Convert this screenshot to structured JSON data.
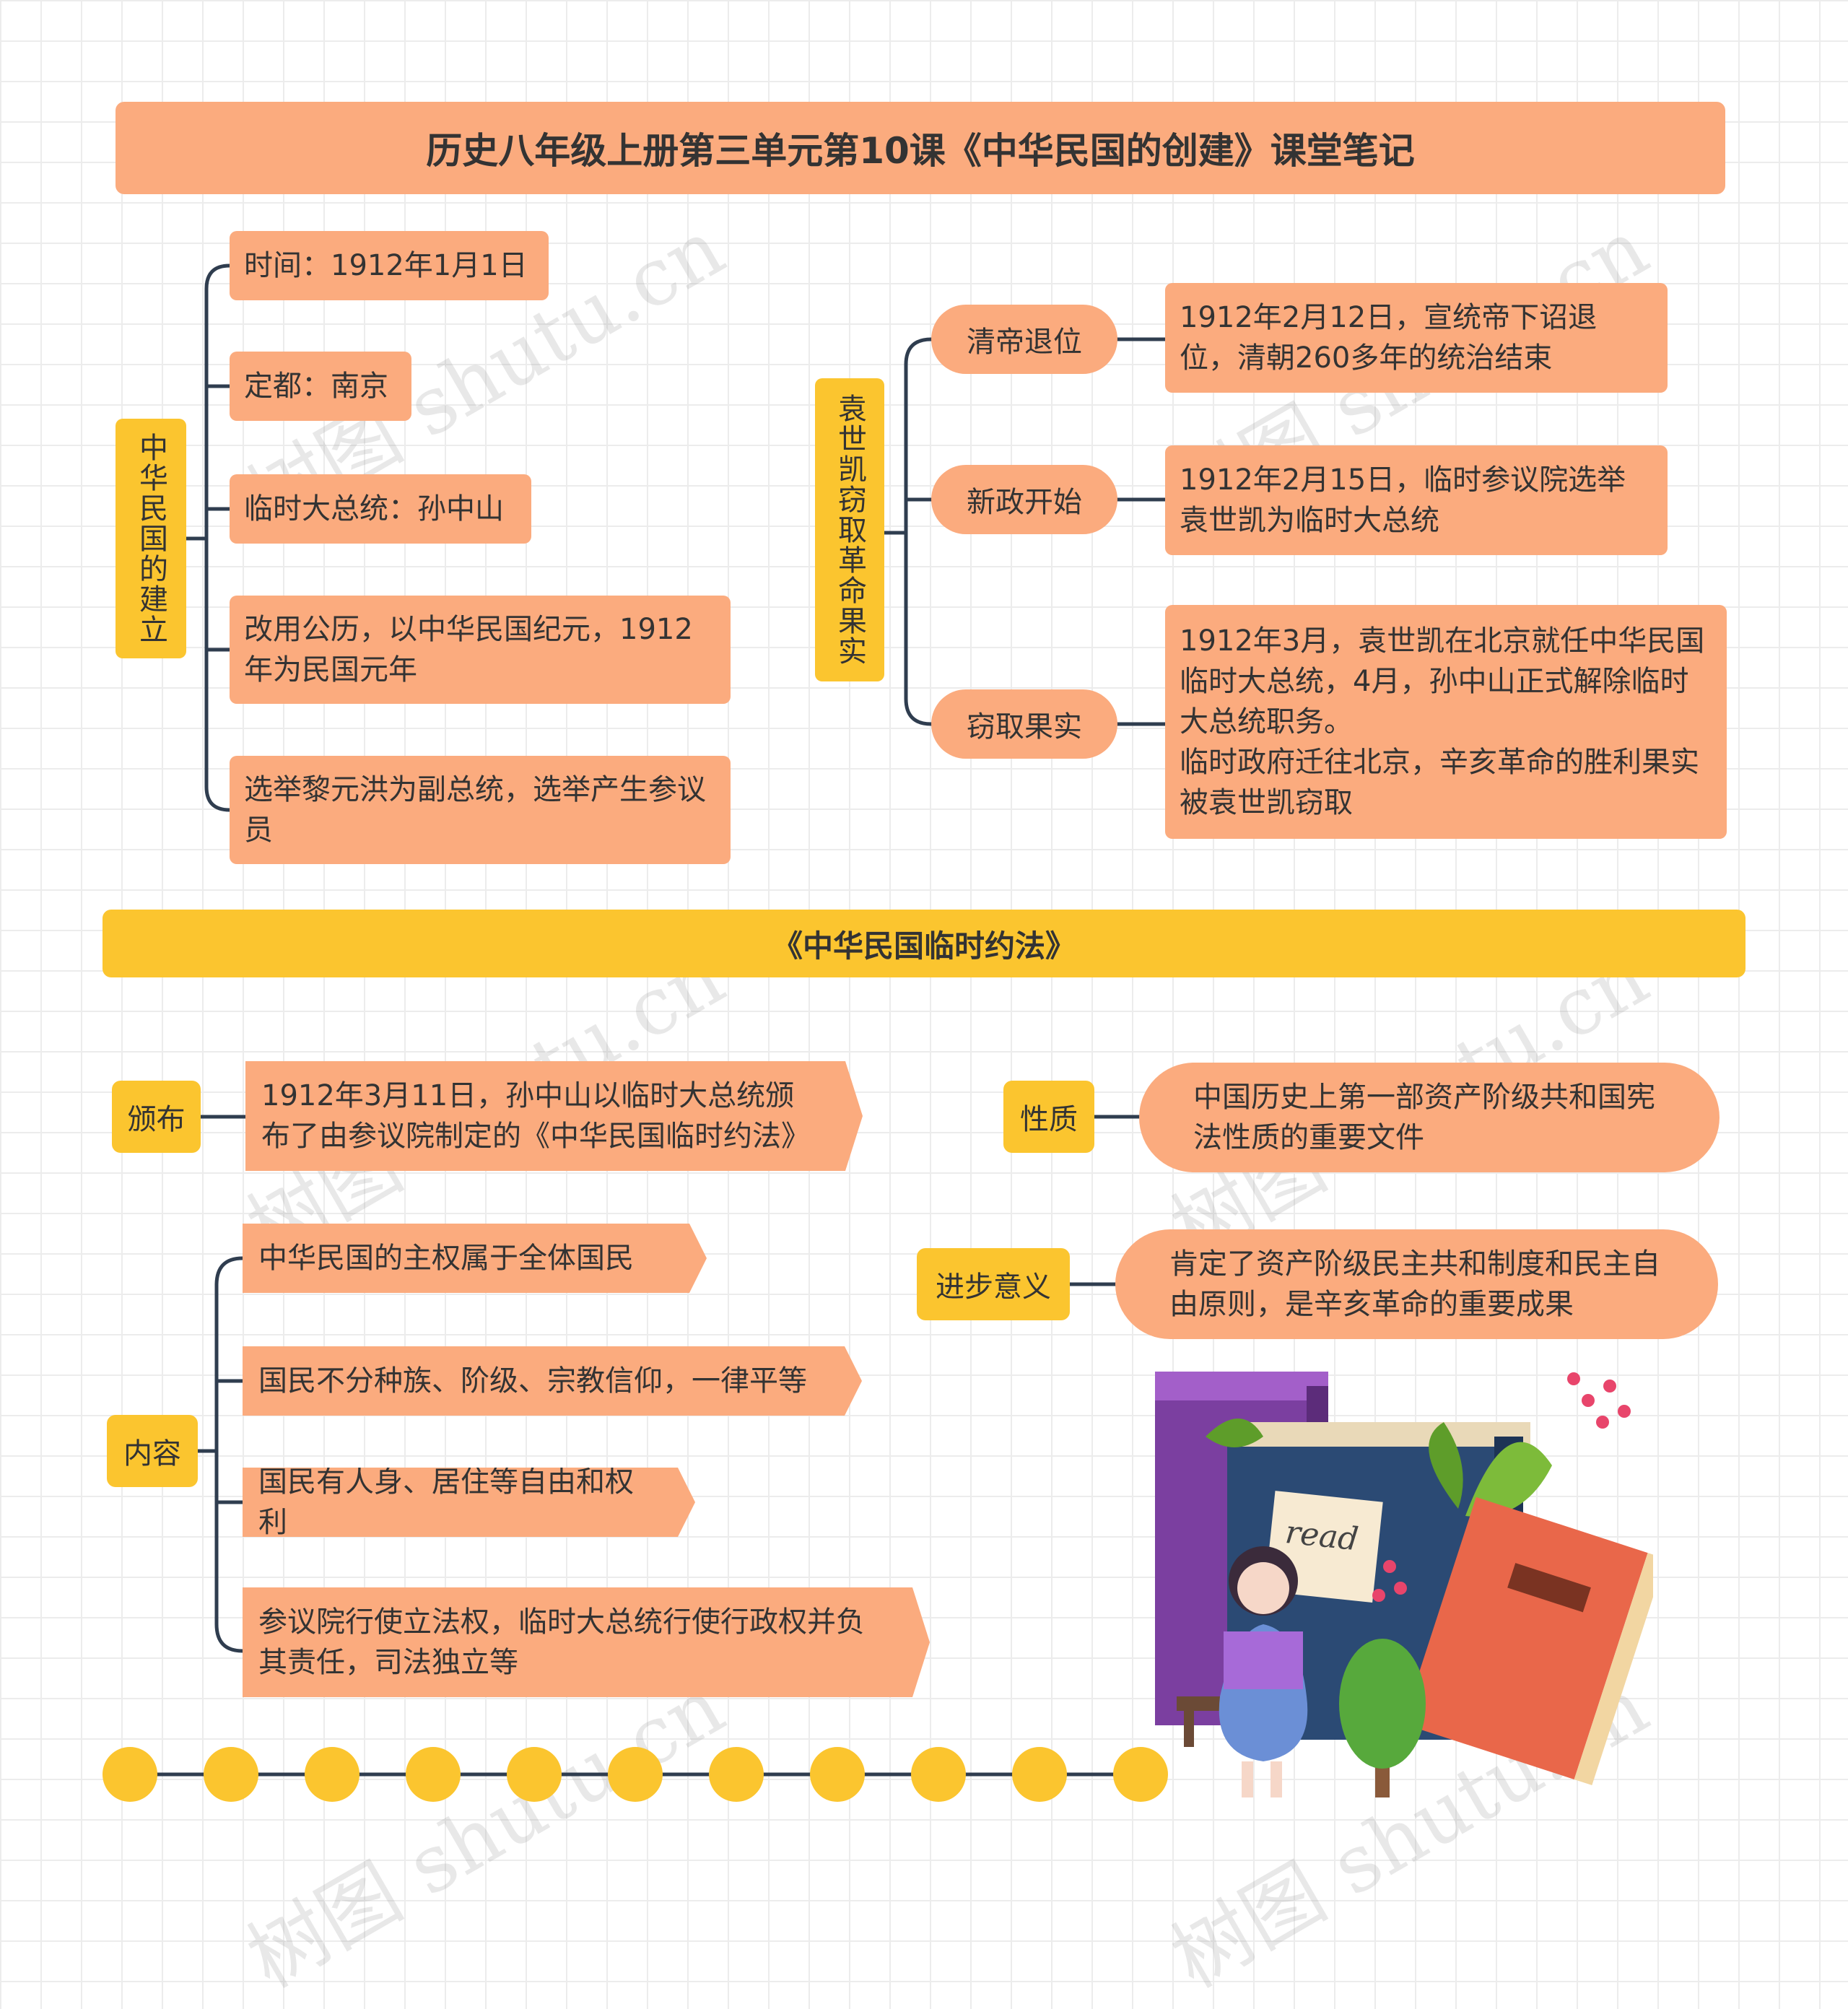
{
  "title": "历史八年级上册第三单元第10课《中华民国的创建》课堂笔记",
  "founding": {
    "label": "中华民国的建立",
    "items": [
      "时间：1912年1月1日",
      "定都：南京",
      "临时大总统：孙中山",
      "改用公历，以中华民国纪元，1912年为民国元年",
      "选举黎元洪为副总统，选举产生参议员"
    ]
  },
  "yuan": {
    "label": "袁世凯窃取革命果实",
    "branches": [
      {
        "label": "清帝退位",
        "detail": "1912年2月12日，宣统帝下诏退位，清朝260多年的统治结束"
      },
      {
        "label": "新政开始",
        "detail": "1912年2月15日，临时参议院选举袁世凯为临时大总统"
      },
      {
        "label": "窃取果实",
        "detail": "1912年3月，袁世凯在北京就任中华民国临时大总统，4月，孙中山正式解除临时大总统职务。\n临时政府迁往北京，辛亥革命的胜利果实被袁世凯窃取"
      }
    ]
  },
  "constitution": {
    "title": "《中华民国临时约法》",
    "promulgation": {
      "label": "颁布",
      "detail": "1912年3月11日，孙中山以临时大总统颁布了由参议院制定的《中华民国临时约法》"
    },
    "content": {
      "label": "内容",
      "items": [
        "中华民国的主权属于全体国民",
        "国民不分种族、阶级、宗教信仰，一律平等",
        "国民有人身、居住等自由和权利",
        "参议院行使立法权，临时大总统行使行政权并负其责任，司法独立等"
      ]
    },
    "nature": {
      "label": "性质",
      "detail": "中国历史上第一部资产阶级共和国宪法性质的重要文件"
    },
    "significance": {
      "label": "进步意义",
      "detail": "肯定了资产阶级民主共和制度和民主自由原则，是辛亥革命的重要成果"
    }
  },
  "illustration": {
    "note_text": "read"
  },
  "watermark": "树图 shutu.cn",
  "colors": {
    "orange": "#fbab7e",
    "yellow": "#fbc52f",
    "line": "#2f3d4f"
  }
}
